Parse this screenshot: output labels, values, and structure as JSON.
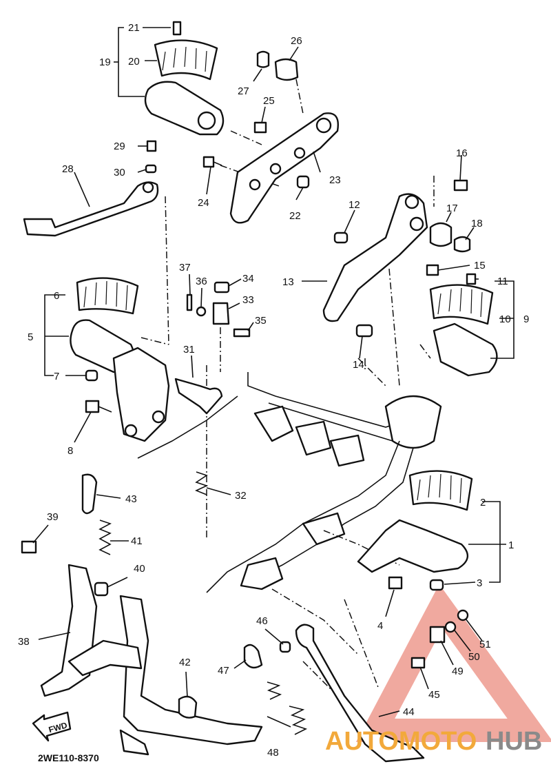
{
  "diagram": {
    "code": "2WE110-8370",
    "fwd_label": "FWD",
    "watermark": {
      "text_a": "AUTOMOTO",
      "text_b": "HUB",
      "color_a": "#f2a93b",
      "color_b": "#8a8a8a",
      "triangle_color": "#e8786a"
    },
    "callouts": [
      "1",
      "2",
      "3",
      "4",
      "5",
      "6",
      "7",
      "8",
      "9",
      "10",
      "11",
      "12",
      "13",
      "14",
      "15",
      "16",
      "17",
      "18",
      "19",
      "20",
      "21",
      "22",
      "23",
      "24",
      "25",
      "26",
      "27",
      "28",
      "29",
      "30",
      "31",
      "32",
      "33",
      "34",
      "35",
      "36",
      "37",
      "38",
      "39",
      "40",
      "41",
      "42",
      "43",
      "44",
      "45",
      "46",
      "47",
      "48",
      "49",
      "50",
      "51"
    ]
  }
}
